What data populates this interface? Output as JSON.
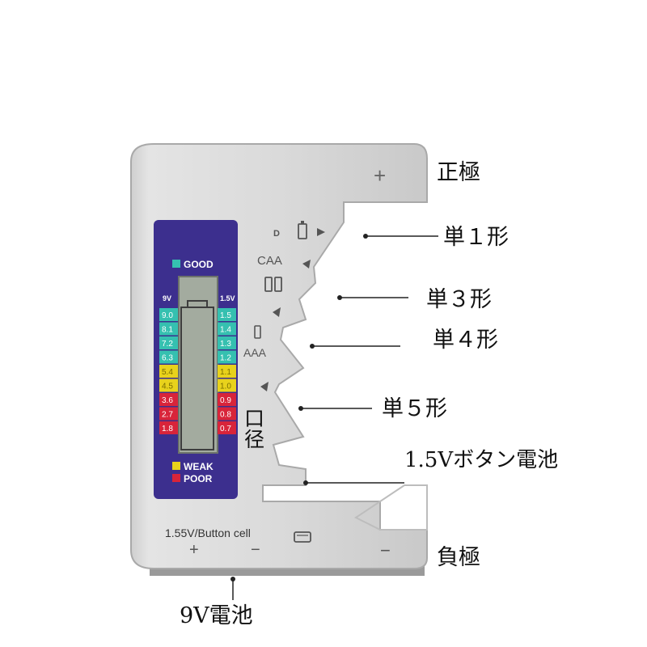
{
  "device": {
    "panel_bg": "#3c2f8e",
    "lcd_color": "#9aa49a",
    "good_label": "GOOD",
    "weak_label": "WEAK",
    "poor_label": "POOR",
    "left_header": "9V",
    "right_header": "1.5V",
    "left_values": [
      "9.0",
      "8.1",
      "7.2",
      "6.3",
      "5.4",
      "4.5",
      "3.6",
      "2.7",
      "1.8"
    ],
    "right_values": [
      "1.5",
      "1.4",
      "1.3",
      "1.2",
      "1.1",
      "1.0",
      "0.9",
      "0.8",
      "0.7"
    ],
    "level_colors": [
      "#35c0b0",
      "#35c0b0",
      "#35c0b0",
      "#35c0b0",
      "#e8d21c",
      "#e8d21c",
      "#d8243a",
      "#d8243a",
      "#d8243a"
    ],
    "good_color": "#35c0b0",
    "weak_color": "#e8d21c",
    "poor_color": "#d8243a",
    "slot_d": "D",
    "slot_c_aa": "CAA",
    "slot_aaa": "AAA",
    "plus_sign": "+",
    "minus_sign": "−",
    "button_cell_label": "1.55V/Button cell"
  },
  "callouts": {
    "positive": "正極",
    "size1": "単１形",
    "size3": "単３形",
    "size4": "単４形",
    "size5": "単５形",
    "diameter": "口\n径",
    "button": "1.5Vボタン電池",
    "negative": "負極",
    "ninevolt": "9V電池"
  }
}
